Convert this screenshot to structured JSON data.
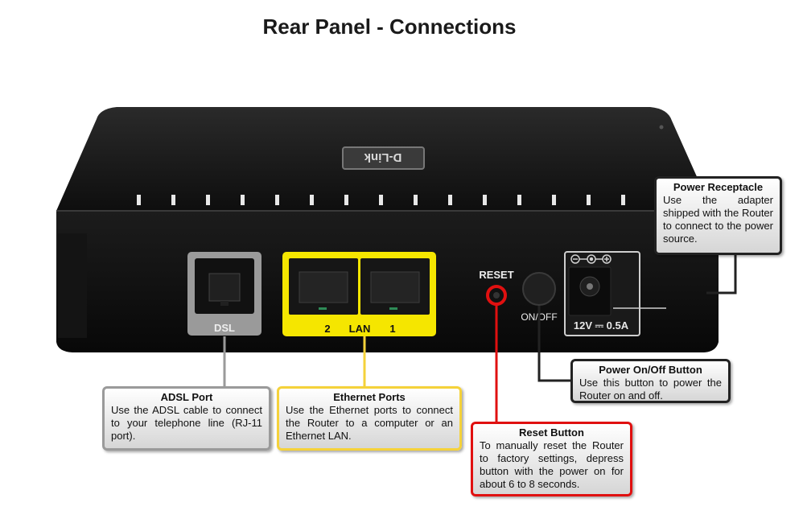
{
  "title": "Rear Panel - Connections",
  "device": {
    "logo_text": "D-Link",
    "port_labels": {
      "dsl": "DSL",
      "lan_2": "2",
      "lan": "LAN",
      "lan_1": "1",
      "reset": "RESET",
      "on_off": "ON/OFF",
      "power_rating": "12V ⎓ 0.5A"
    }
  },
  "callouts": {
    "power_receptacle": {
      "title": "Power Receptacle",
      "body": "Use the adapter shipped with the Router to connect to the power source."
    },
    "adsl_port": {
      "title": "ADSL Port",
      "body": "Use the ADSL cable to connect to your telephone line (RJ-11 port)."
    },
    "ethernet_ports": {
      "title": "Ethernet Ports",
      "body": "Use the Ethernet ports to connect the Router to a computer or an Ethernet LAN."
    },
    "power_onoff": {
      "title": "Power On/Off Button",
      "body": "Use this button to power the Router on and off."
    },
    "reset_button": {
      "title": "Reset Button",
      "body": "To manually reset the Router to factory settings, depress button with the power on for about 6 to 8 seconds."
    }
  },
  "colors": {
    "adsl": "#9a9a9a",
    "ethernet": "#f5d23a",
    "reset": "#e01010",
    "power": "#222222"
  }
}
